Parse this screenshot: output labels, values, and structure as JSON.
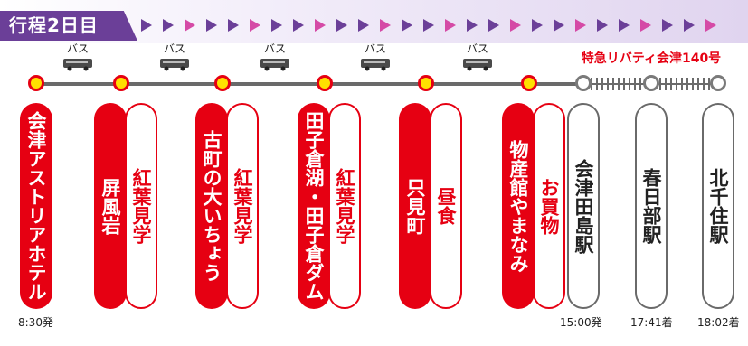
{
  "header": {
    "title": "行程2日目"
  },
  "colors": {
    "accent_purple": "#6b3f98",
    "chevron_pink": "#d54aa6",
    "stop_red": "#e60012",
    "stop_yellow": "#ffe000",
    "rail_gray": "#6a6a6a"
  },
  "bus_segments": [
    {
      "label": "バス",
      "icon": "bus-icon"
    },
    {
      "label": "バス",
      "icon": "bus-icon"
    },
    {
      "label": "バス",
      "icon": "bus-icon"
    },
    {
      "label": "バス",
      "icon": "bus-icon"
    },
    {
      "label": "バス",
      "icon": "bus-icon"
    }
  ],
  "train": {
    "label": "特急リバティ会津140号"
  },
  "stops": [
    {
      "name": "会津アストリアホテル",
      "activity": "",
      "time": "8:30発"
    },
    {
      "name": "屏風岩",
      "activity": "紅葉見学",
      "time": ""
    },
    {
      "name": "古町の大いちょう",
      "activity": "紅葉見学",
      "time": ""
    },
    {
      "name": "田子倉湖・田子倉ダム",
      "activity": "紅葉見学",
      "time": ""
    },
    {
      "name": "只見町",
      "activity": "昼食",
      "time": ""
    },
    {
      "name": "物産館やまなみ",
      "activity": "お買物",
      "time": ""
    },
    {
      "name": "会津田島駅",
      "activity": "",
      "time": "15:00発"
    },
    {
      "name": "春日部駅",
      "activity": "",
      "time": "17:41着"
    },
    {
      "name": "北千住駅",
      "activity": "",
      "time": "18:02着"
    }
  ]
}
